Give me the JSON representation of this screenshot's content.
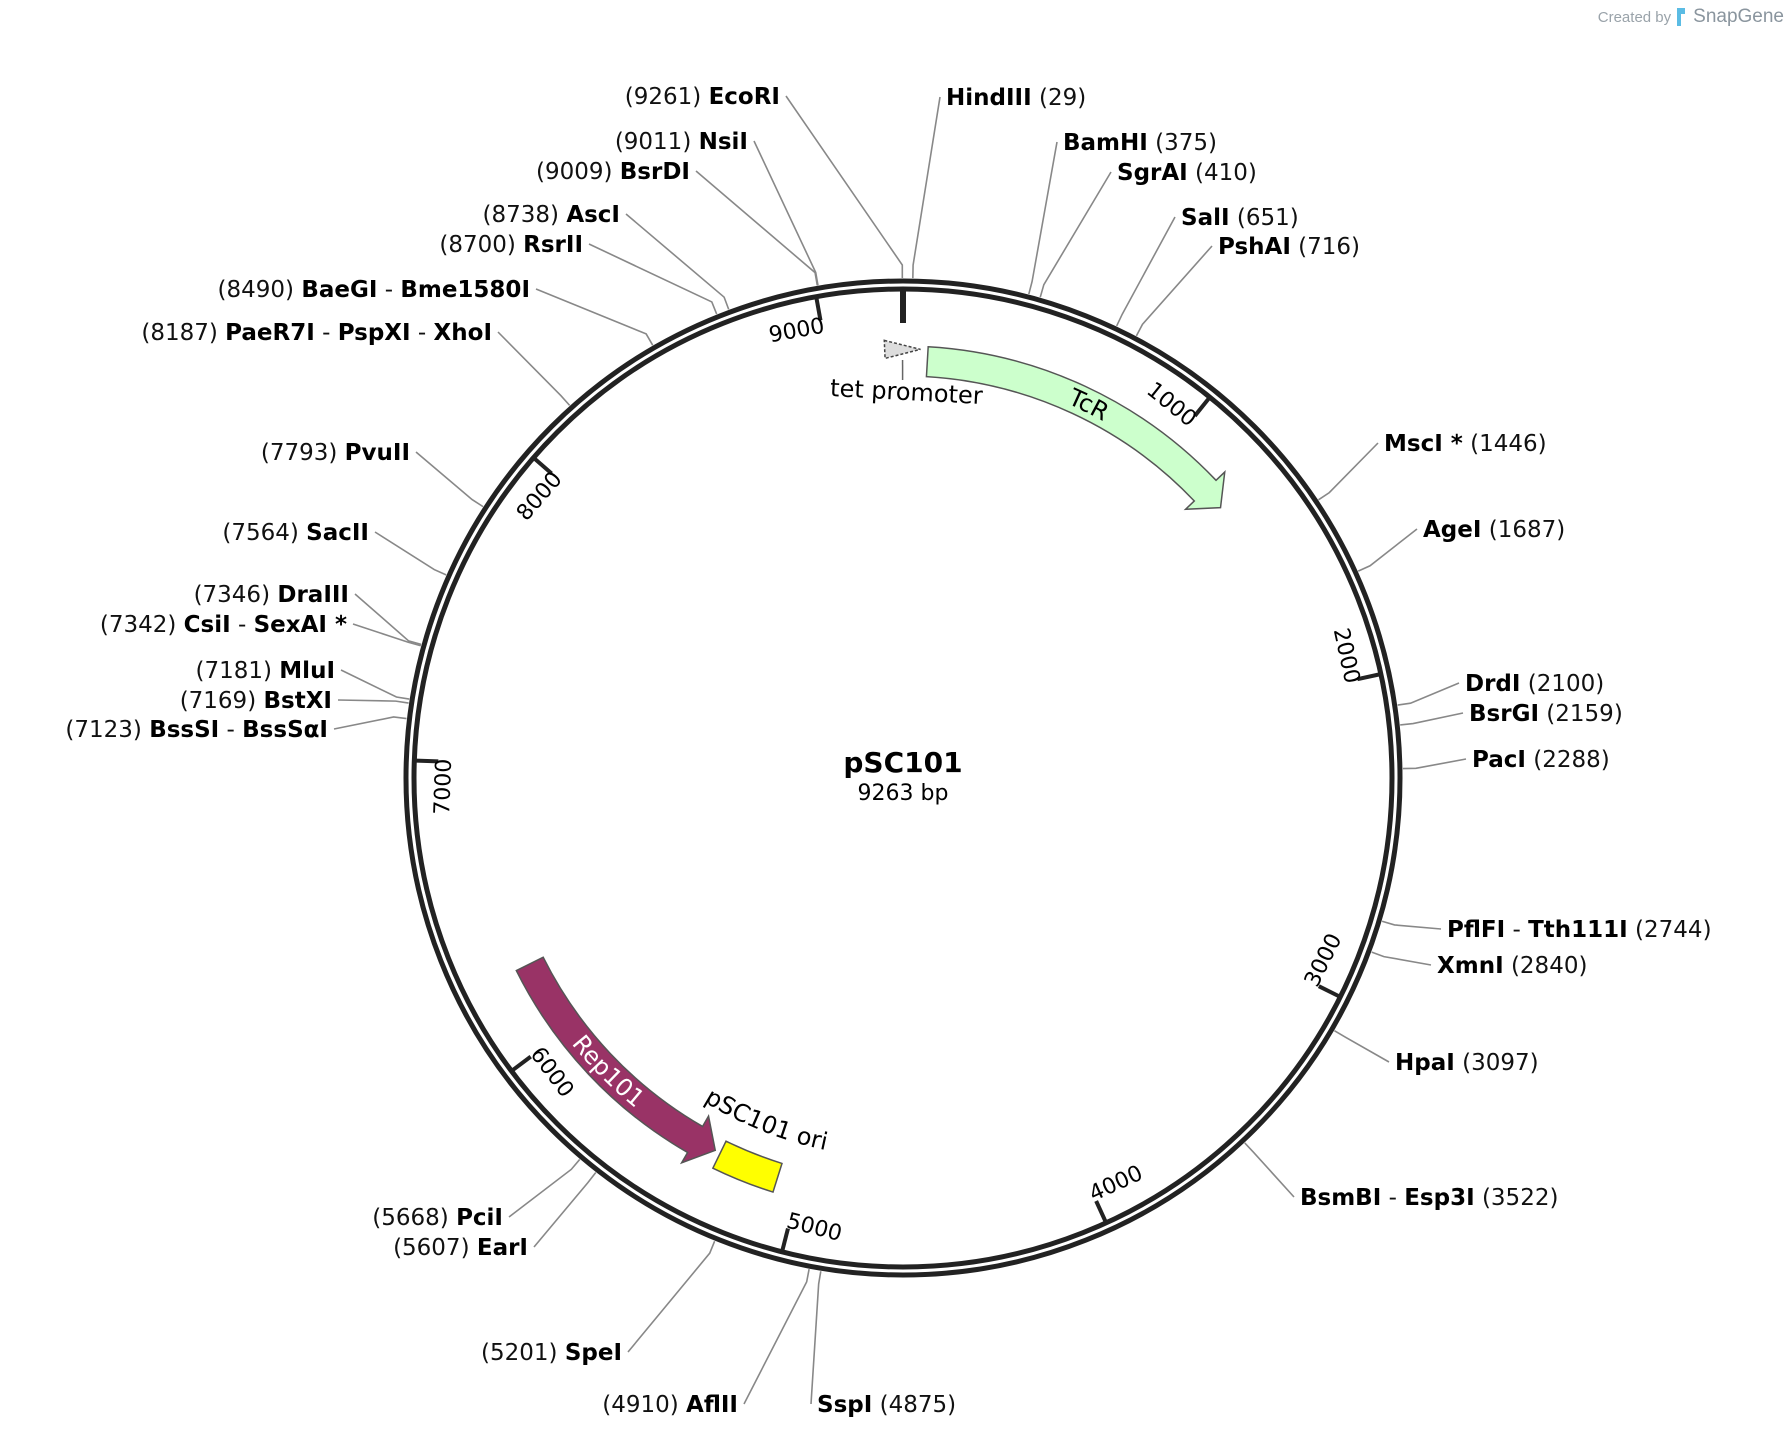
{
  "plasmid": {
    "name": "pSC101",
    "length_label": "9263 bp",
    "length": 9263
  },
  "credit": {
    "created_by": "Created by",
    "brand": "SnapGene"
  },
  "ticks": [
    {
      "pos": 1000,
      "label": "1000"
    },
    {
      "pos": 2000,
      "label": "2000"
    },
    {
      "pos": 3000,
      "label": "3000"
    },
    {
      "pos": 4000,
      "label": "4000"
    },
    {
      "pos": 5000,
      "label": "5000"
    },
    {
      "pos": 6000,
      "label": "6000"
    },
    {
      "pos": 7000,
      "label": "7000"
    },
    {
      "pos": 8000,
      "label": "8000"
    },
    {
      "pos": 9000,
      "label": "9000"
    }
  ],
  "features": [
    {
      "name": "tet promoter",
      "label": "tet promoter",
      "type": "promoter",
      "start": 9200,
      "end": 60,
      "direction": "forward",
      "color": "#dddddd"
    },
    {
      "name": "TcR",
      "label": "TcR",
      "type": "cds",
      "start": 86,
      "end": 1276,
      "direction": "forward",
      "color": "#ccffcc",
      "label_color": "#000000"
    },
    {
      "name": "Rep101",
      "label": "Rep101",
      "type": "cds",
      "start": 5320,
      "end": 6266,
      "direction": "reverse",
      "color": "#993366",
      "label_color": "#ffffff"
    },
    {
      "name": "pSC101 ori",
      "label": "pSC101 ori",
      "type": "origin",
      "start": 5080,
      "end": 5300,
      "direction": "none",
      "color": "#ffff00"
    }
  ],
  "sites": [
    {
      "pos": 29,
      "names": [
        "HindIII"
      ],
      "label": "(29)",
      "star": ""
    },
    {
      "pos": 9261,
      "names": [
        "EcoRI"
      ],
      "label": "(9261)",
      "star": ""
    },
    {
      "pos": 375,
      "names": [
        "BamHI"
      ],
      "label": "(375)",
      "star": ""
    },
    {
      "pos": 410,
      "names": [
        "SgrAI"
      ],
      "label": "(410)",
      "star": ""
    },
    {
      "pos": 651,
      "names": [
        "SalI"
      ],
      "label": "(651)",
      "star": ""
    },
    {
      "pos": 716,
      "names": [
        "PshAI"
      ],
      "label": "(716)",
      "star": ""
    },
    {
      "pos": 1446,
      "names": [
        "MscI"
      ],
      "label": "(1446)",
      "star": "*"
    },
    {
      "pos": 1687,
      "names": [
        "AgeI"
      ],
      "label": "(1687)",
      "star": ""
    },
    {
      "pos": 2100,
      "names": [
        "DrdI"
      ],
      "label": "(2100)",
      "star": ""
    },
    {
      "pos": 2159,
      "names": [
        "BsrGI"
      ],
      "label": "(2159)",
      "star": ""
    },
    {
      "pos": 2288,
      "names": [
        "PacI"
      ],
      "label": "(2288)",
      "star": ""
    },
    {
      "pos": 2744,
      "names": [
        "PflFI",
        "Tth111I"
      ],
      "label": "(2744)",
      "star": ""
    },
    {
      "pos": 2840,
      "names": [
        "XmnI"
      ],
      "label": "(2840)",
      "star": ""
    },
    {
      "pos": 3097,
      "names": [
        "HpaI"
      ],
      "label": "(3097)",
      "star": ""
    },
    {
      "pos": 3522,
      "names": [
        "BsmBI",
        "Esp3I"
      ],
      "label": "(3522)",
      "star": ""
    },
    {
      "pos": 4875,
      "names": [
        "SspI"
      ],
      "label": "(4875)",
      "star": ""
    },
    {
      "pos": 4910,
      "names": [
        "AflII"
      ],
      "label": "(4910)",
      "star": ""
    },
    {
      "pos": 5201,
      "names": [
        "SpeI"
      ],
      "label": "(5201)",
      "star": ""
    },
    {
      "pos": 5607,
      "names": [
        "EarI"
      ],
      "label": "(5607)",
      "star": ""
    },
    {
      "pos": 5668,
      "names": [
        "PciI"
      ],
      "label": "(5668)",
      "star": ""
    },
    {
      "pos": 7123,
      "names": [
        "BssSI",
        "BssSαI"
      ],
      "label": "(7123)",
      "star": ""
    },
    {
      "pos": 7169,
      "names": [
        "BstXI"
      ],
      "label": "(7169)",
      "star": ""
    },
    {
      "pos": 7181,
      "names": [
        "MluI"
      ],
      "label": "(7181)",
      "star": ""
    },
    {
      "pos": 7342,
      "names": [
        "CsiI",
        "SexAI"
      ],
      "label": "(7342)",
      "star": "*"
    },
    {
      "pos": 7346,
      "names": [
        "DraIII"
      ],
      "label": "(7346)",
      "star": ""
    },
    {
      "pos": 7564,
      "names": [
        "SacII"
      ],
      "label": "(7564)",
      "star": ""
    },
    {
      "pos": 7793,
      "names": [
        "PvuII"
      ],
      "label": "(7793)",
      "star": ""
    },
    {
      "pos": 8187,
      "names": [
        "PaeR7I",
        "PspXI",
        "XhoI"
      ],
      "label": "(8187)",
      "star": ""
    },
    {
      "pos": 8490,
      "names": [
        "BaeGI",
        "Bme1580I"
      ],
      "label": "(8490)",
      "star": ""
    },
    {
      "pos": 8700,
      "names": [
        "RsrII"
      ],
      "label": "(8700)",
      "star": ""
    },
    {
      "pos": 8738,
      "names": [
        "AscI"
      ],
      "label": "(8738)",
      "star": ""
    },
    {
      "pos": 9009,
      "names": [
        "BsrDI"
      ],
      "label": "(9009)",
      "star": ""
    },
    {
      "pos": 9011,
      "names": [
        "NsiI"
      ],
      "label": "(9011)",
      "star": ""
    }
  ]
}
